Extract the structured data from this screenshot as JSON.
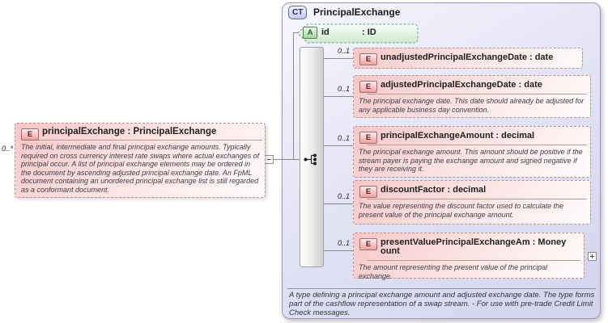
{
  "source_element": {
    "badge": "E",
    "cardinality": "0..*",
    "title": "principalExchange : PrincipalExchange",
    "description": "The initial, intermediate and final principal exchange amounts. Typically required on cross currency interest rate swaps where actual exchanges of principal occur. A list of principal exchange elements may be ordered in the document by ascending adjusted principal exchange date. An FpML document containing an unordered principal exchange list is still regarded as a conformant document."
  },
  "complex_type": {
    "badge": "CT",
    "title": "PrincipalExchange",
    "footer": "A type defining a principal exchange amount and adjusted exchange date. The type forms part of the cashflow representation of a swap stream. - For use with pre-trade Credit Limit Check messages.",
    "attribute": {
      "badge": "A",
      "name": "id",
      "type": ": ID"
    },
    "elements": [
      {
        "badge": "E",
        "cardinality": "0..1",
        "title": "unadjustedPrincipalExchangeDate : date",
        "description": ""
      },
      {
        "badge": "E",
        "cardinality": "0..1",
        "title": "adjustedPrincipalExchangeDate : date",
        "description": "The principal exchange date. This date should already be adjusted for any applicable business day convention."
      },
      {
        "badge": "E",
        "cardinality": "0..1",
        "title": "principalExchangeAmount : decimal",
        "description": "The principal exchange amount. This amount should be positive if the stream payer is paying the exchange amount and signed negative if they are receiving it."
      },
      {
        "badge": "E",
        "cardinality": "0..1",
        "title": "discountFactor : decimal",
        "description": "The value representing the discount factor used to calculate the present value of the principal exchange amount."
      },
      {
        "badge": "E",
        "cardinality": "0..1",
        "title_line1": "presentValuePrincipalExchangeAm : Money",
        "title_line2": "ount",
        "title": "presentValuePrincipalExchangeAmount : Money",
        "description": "The amount representing the present value of the principal exchange."
      }
    ]
  },
  "colors": {
    "element_fill": "#f7c6c6",
    "attribute_fill": "#cfe9cf",
    "complex_type_fill": "#dcdcf2",
    "connector": "#8a8a8a"
  }
}
